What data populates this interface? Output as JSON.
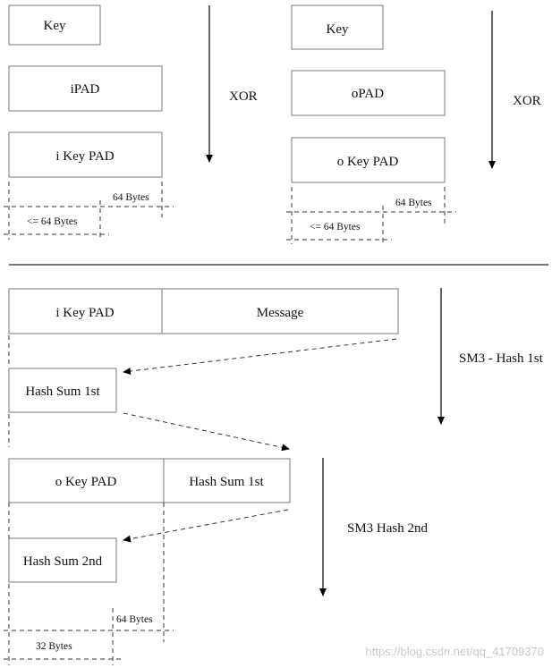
{
  "top_left": {
    "key": "Key",
    "ipad": "iPAD",
    "ikeypad": "i Key PAD",
    "op": "XOR",
    "size_64": "64 Bytes",
    "size_le64": "<= 64 Bytes"
  },
  "top_right": {
    "key": "Key",
    "opad": "oPAD",
    "okeypad": "o Key PAD",
    "op": "XOR",
    "size_64": "64 Bytes",
    "size_le64": "<= 64 Bytes"
  },
  "stage1": {
    "ikeypad": "i Key PAD",
    "message": "Message",
    "hash": "Hash Sum 1st",
    "label": "SM3 - Hash 1st"
  },
  "stage2": {
    "okeypad": "o Key PAD",
    "hash1": "Hash Sum 1st",
    "hash2": "Hash Sum 2nd",
    "label": "SM3  Hash 2nd",
    "size_64": "64 Bytes",
    "size_32": "32 Bytes"
  },
  "watermark": "https://blog.csdn.net/qq_41709370"
}
